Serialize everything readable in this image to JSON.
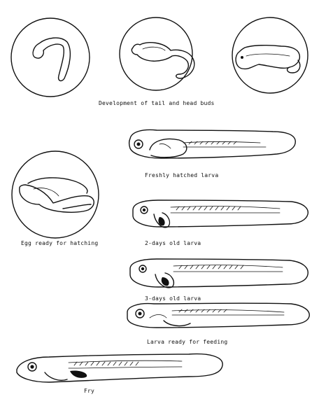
{
  "captions": {
    "tail_head_buds": "Development of tail and head buds",
    "egg_hatching": "Egg ready for hatching",
    "freshly_hatched": "Freshly hatched larva",
    "two_days": "2-days old larva",
    "three_days": "3-days old larva",
    "ready_feeding": "Larva ready for feeding",
    "fry": "Fry"
  }
}
